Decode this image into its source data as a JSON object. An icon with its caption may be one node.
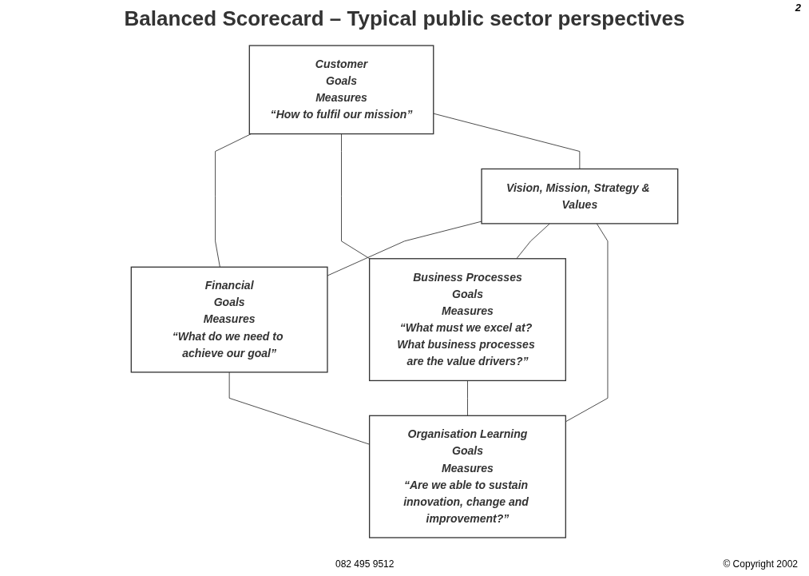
{
  "diagram": {
    "title": "Balanced Scorecard – Typical public sector perspectives",
    "nodes": [
      {
        "text": [
          "Customer",
          "Goals",
          "Measures",
          "“How to fulfil our mission”"
        ]
      },
      {
        "text": [
          "Financial",
          "Goals",
          "Measures",
          "“What do we need to achieve our goal”"
        ]
      },
      {
        "text": [
          "Vision, Mission, Strategy & Values"
        ]
      },
      {
        "text": [
          "Business Processes",
          "Goals",
          "Measures",
          "“What must we excel at? What business processes are the value drivers?”"
        ]
      },
      {
        "text": [
          "Organisation Learning",
          "Goals",
          "Measures",
          "“Are we able to sustain innovation, change and improvement?”"
        ]
      }
    ],
    "edges": [
      {
        "from": 0,
        "to": 1,
        "arrow": "none"
      },
      {
        "from": 0,
        "to": 3,
        "arrow": "none"
      },
      {
        "from": 0,
        "to": 2,
        "arrow": "none"
      },
      {
        "from": 2,
        "to": 1,
        "arrow": "none"
      },
      {
        "from": 2,
        "to": 3,
        "arrow": "none"
      },
      {
        "from": 2,
        "to": 4,
        "arrow": "none"
      },
      {
        "from": 1,
        "to": 4,
        "arrow": "none"
      },
      {
        "from": 3,
        "to": 4,
        "arrow": "none"
      }
    ],
    "labels": [
      "2",
      "082 495 9512",
      "© Copyright 2002"
    ]
  }
}
